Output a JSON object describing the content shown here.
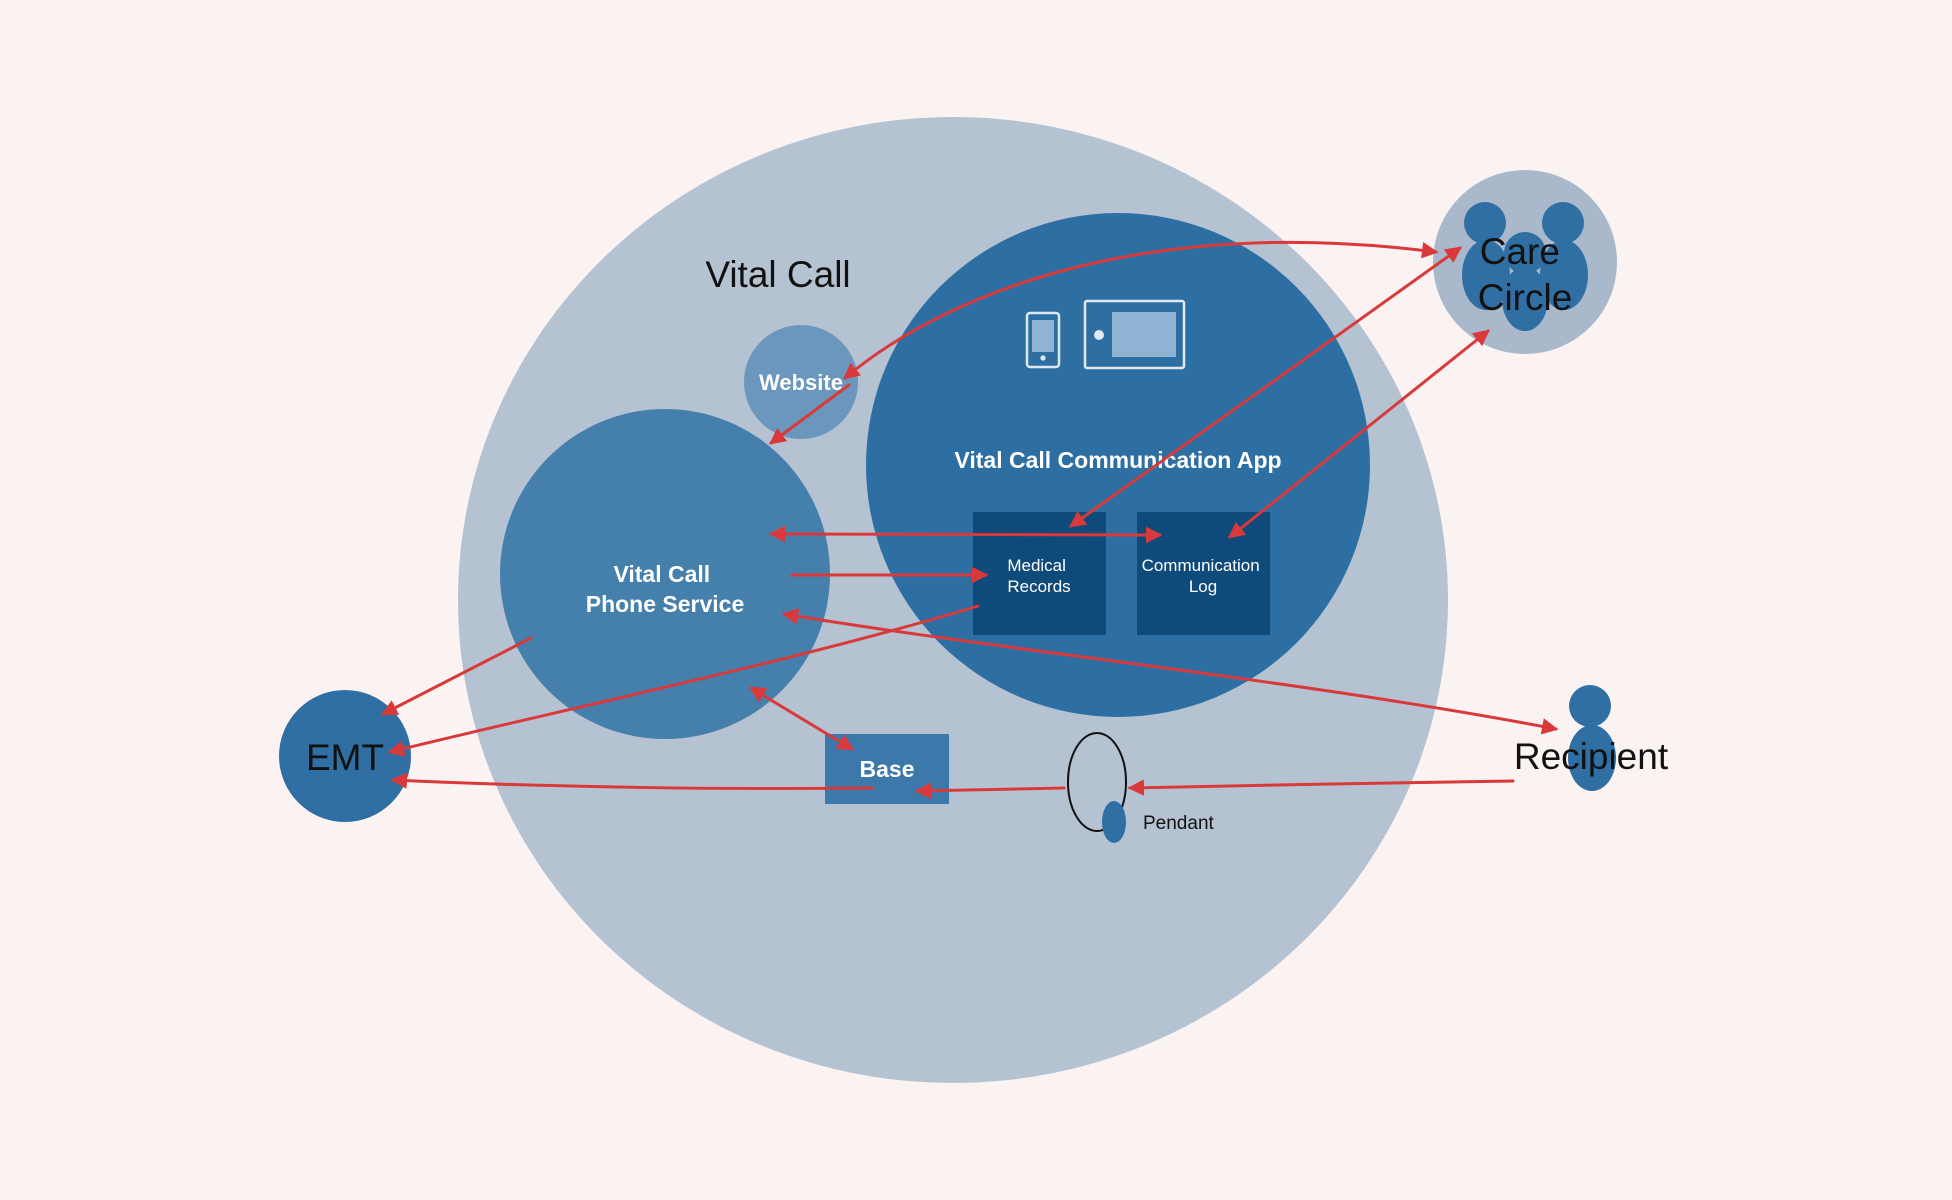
{
  "colors": {
    "background": "#fbf3f2",
    "outer_circle": "#b5c2d2",
    "mid_blue": "#4580ad",
    "app_blue": "#2e6fa3",
    "dark_box": "#0e4a7a",
    "website_circle": "#6b96bd",
    "care_ring": "#a9b8ca",
    "person_blue": "#2f6fa3",
    "arrow_red": "#d9393a"
  },
  "system": {
    "title": "Vital Call"
  },
  "nodes": {
    "website": "Website",
    "phone_service": {
      "line1": "Vital Call",
      "line2": "Phone Service"
    },
    "app": "Vital Call Communication App",
    "medical_records": {
      "line1": "Medical",
      "line2": "Records"
    },
    "communication_log": {
      "line1": "Communication",
      "line2": "Log"
    },
    "base": "Base",
    "pendant": "Pendant",
    "emt": "EMT",
    "recipient": "Recipient",
    "care_circle": {
      "line1": "Care",
      "line2": "Circle"
    }
  },
  "icons": {
    "phone": "mobile-phone-icon",
    "tablet": "tablet-icon",
    "care_circle": "group-people-icon",
    "recipient": "person-icon",
    "pendant": "pendant-icon"
  },
  "connections": [
    {
      "from": "Website",
      "to": "Care Circle",
      "direction": "both"
    },
    {
      "from": "Website",
      "to": "Vital Call Phone Service",
      "direction": "one-way"
    },
    {
      "from": "Medical Records",
      "to": "Care Circle",
      "direction": "both"
    },
    {
      "from": "Communication Log",
      "to": "Care Circle",
      "direction": "both"
    },
    {
      "from": "Vital Call Phone Service",
      "to": "Communication Log",
      "direction": "both"
    },
    {
      "from": "Vital Call Phone Service",
      "to": "Medical Records",
      "direction": "one-way"
    },
    {
      "from": "Vital Call Phone Service",
      "to": "Recipient",
      "direction": "both"
    },
    {
      "from": "Vital Call Phone Service",
      "to": "EMT",
      "direction": "one-way"
    },
    {
      "from": "Medical Records",
      "to": "EMT",
      "direction": "one-way"
    },
    {
      "from": "Vital Call Phone Service",
      "to": "Base",
      "direction": "both"
    },
    {
      "from": "Base",
      "to": "EMT",
      "direction": "one-way"
    },
    {
      "from": "Pendant",
      "to": "Base",
      "direction": "one-way"
    },
    {
      "from": "Recipient",
      "to": "Pendant",
      "direction": "one-way"
    }
  ]
}
